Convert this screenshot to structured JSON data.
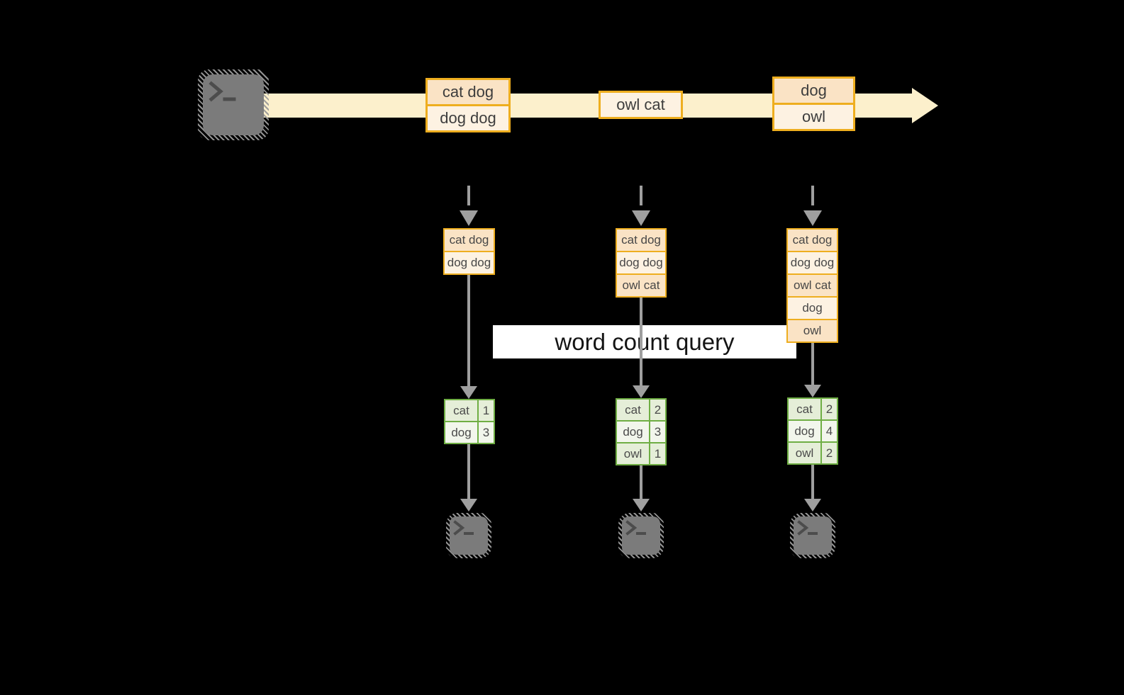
{
  "title": "word count over a stream diagram",
  "colors": {
    "background": "#000000",
    "stream_band": "#fcf0cc",
    "orange_border": "#eeae1f",
    "cell_dark": "#fae3c5",
    "cell_light": "#fdf2e2",
    "green_border": "#6fae44",
    "green_cell_dark": "#e5eed8",
    "green_cell_light": "#f2f6ec",
    "arrow_gray": "#9f9f9f",
    "terminal_gray": "#7b7b7b",
    "query_band_bg": "#ffffff",
    "text": "#3d3d3d"
  },
  "icons": {
    "source_terminal": "terminal-prompt-icon",
    "output_terminal": "terminal-prompt-icon"
  },
  "stream": {
    "events": [
      {
        "lines": [
          "cat dog",
          "dog dog"
        ]
      },
      {
        "lines": [
          "owl cat"
        ]
      },
      {
        "lines": [
          "dog",
          "owl"
        ]
      }
    ]
  },
  "query": {
    "label": "word count query"
  },
  "columns": [
    {
      "state_rows": [
        "cat dog",
        "dog dog"
      ],
      "counts": [
        {
          "word": "cat",
          "count": "1"
        },
        {
          "word": "dog",
          "count": "3"
        }
      ]
    },
    {
      "state_rows": [
        "cat dog",
        "dog dog",
        "owl cat"
      ],
      "counts": [
        {
          "word": "cat",
          "count": "2"
        },
        {
          "word": "dog",
          "count": "3"
        },
        {
          "word": "owl",
          "count": "1"
        }
      ]
    },
    {
      "state_rows": [
        "cat dog",
        "dog dog",
        "owl cat",
        "dog",
        "owl"
      ],
      "counts": [
        {
          "word": "cat",
          "count": "2"
        },
        {
          "word": "dog",
          "count": "4"
        },
        {
          "word": "owl",
          "count": "2"
        }
      ]
    }
  ]
}
